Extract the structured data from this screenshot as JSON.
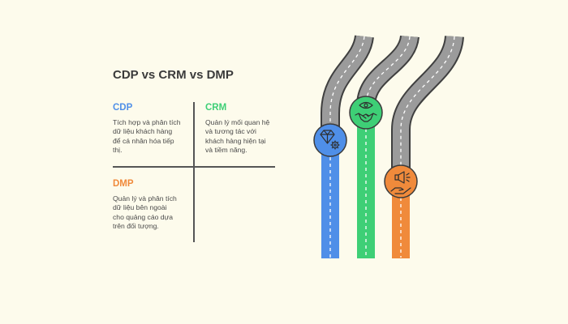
{
  "title": "CDP vs CRM vs DMP",
  "colors": {
    "background": "#fdfbec",
    "cdp": "#4f8fe8",
    "crm": "#3ecf76",
    "dmp": "#f08a3b",
    "road": "#9b9b9b",
    "road_edge": "#3f3f3f"
  },
  "items": [
    {
      "key": "cdp",
      "label": "CDP",
      "description": [
        "Tích hợp và phân tích",
        "dữ liệu khách hàng",
        "để cá nhân hóa tiếp",
        "thị."
      ],
      "icon": "diamond-gear-icon"
    },
    {
      "key": "crm",
      "label": "CRM",
      "description": [
        "Quản lý mối quan hệ",
        "và tương tác với",
        "khách hàng hiện tại",
        "và tiềm năng."
      ],
      "icon": "eye-handshake-icon"
    },
    {
      "key": "dmp",
      "label": "DMP",
      "description": [
        "Quản lý và phân tích",
        "dữ liệu bên ngoài",
        "cho quảng cáo dựa",
        "trên đối tượng."
      ],
      "icon": "megaphone-hand-icon"
    }
  ]
}
